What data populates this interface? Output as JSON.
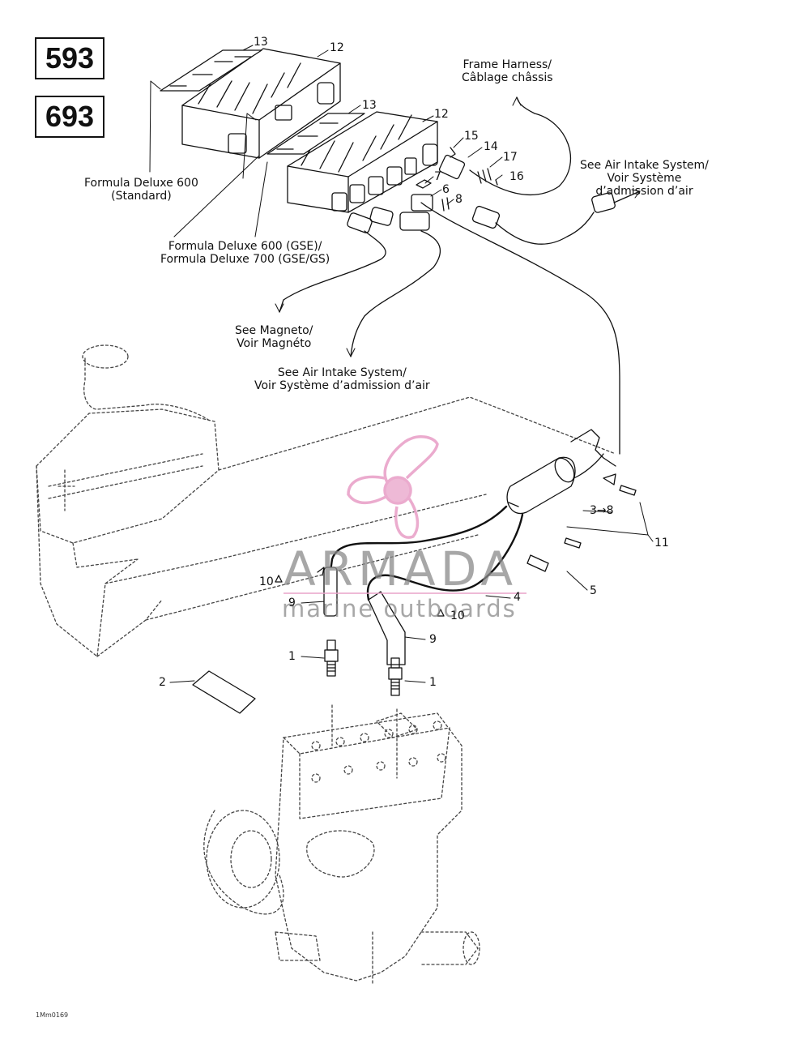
{
  "model_codes": [
    "593",
    "693"
  ],
  "labels": {
    "frame_harness": [
      "Frame Harness/",
      "Câblage châssis"
    ],
    "see_air_intake_right": [
      "See Air Intake System/",
      "Voir Système",
      "d’admission d’air"
    ],
    "formula_standard": [
      "Formula Deluxe 600",
      "(Standard)"
    ],
    "formula_gse": [
      "Formula Deluxe 600 (GSE)/",
      "Formula Deluxe 700 (GSE/GS)"
    ],
    "see_magneto": [
      "See Magneto/",
      "Voir Magnéto"
    ],
    "see_air_intake_center": [
      "See Air Intake System/",
      "Voir Système d’admission d’air"
    ]
  },
  "part_numbers": {
    "p13_top": "13",
    "p12_top": "12",
    "p13_mid": "13",
    "p12_mid": "12",
    "p15": "15",
    "p14": "14",
    "p17": "17",
    "p16": "16",
    "p7": "7",
    "p6": "6",
    "p8": "8",
    "p3_8": "3→8",
    "p11": "11",
    "p5": "5",
    "p4": "4",
    "p10_left": "10",
    "p9_left": "9",
    "p10_right": "10",
    "p9_right": "9",
    "p1_left": "1",
    "p1_right": "1",
    "p2": "2"
  },
  "watermark": {
    "word": "ARMADA",
    "subtitle": "marine outboards",
    "color": "#e9a3c9"
  },
  "drawing_code": "1Mm0169",
  "colors": {
    "line": "#111111",
    "watermark_pink": "#e9a3c9",
    "watermark_grey": "#8a8a8a"
  }
}
